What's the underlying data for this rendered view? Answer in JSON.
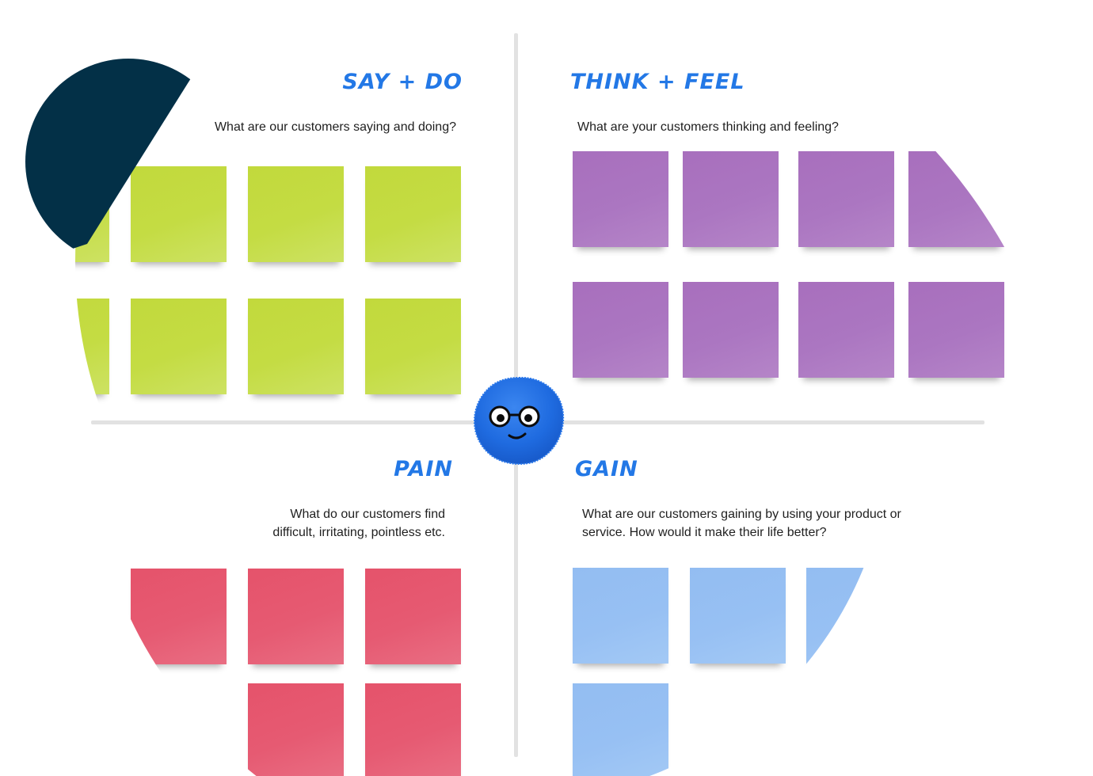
{
  "quadrants": {
    "say_do": {
      "title": "SAY + DO",
      "question": "What are our customers saying and doing?"
    },
    "think_feel": {
      "title": "THINK + FEEL",
      "question": "What are your customers thinking and feeling?"
    },
    "pain": {
      "title": "PAIN",
      "question": "What do our customers find difficult, irritating, pointless etc."
    },
    "gain": {
      "title": "GAIN",
      "question": "What are our customers gaining by using your product or service. How would it make their life better?"
    }
  },
  "colors": {
    "title_blue": "#2378e6",
    "divider": "#e2e2e2",
    "sticky_yellow": "#c4dc43",
    "sticky_purple": "#ab76c1",
    "sticky_red": "#e65a72",
    "sticky_blue": "#97c0f3",
    "dark_shape": "#033047",
    "mascot_blue": "#1f6be0"
  },
  "icons": {
    "mascot": "blue-fuzzy-mascot-with-glasses-icon"
  }
}
